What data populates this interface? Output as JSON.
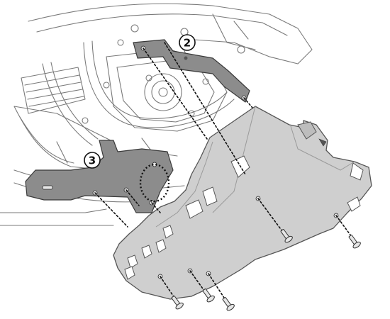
{
  "callouts": [
    {
      "id": "2",
      "label": "2"
    },
    {
      "id": "3",
      "label": "3"
    }
  ],
  "colors": {
    "line_art": "#7a7a7a",
    "bracket": "#8c8c8c",
    "bracket_stroke": "#3a3a3a",
    "skid_plate": "#cfcfcf",
    "skid_plate_stroke": "#555555",
    "hardware": "#e6e6e6",
    "leader": "#111111"
  },
  "icons": [
    "screw-icon",
    "bolt-hole-icon",
    "clip-nut-icon"
  ]
}
